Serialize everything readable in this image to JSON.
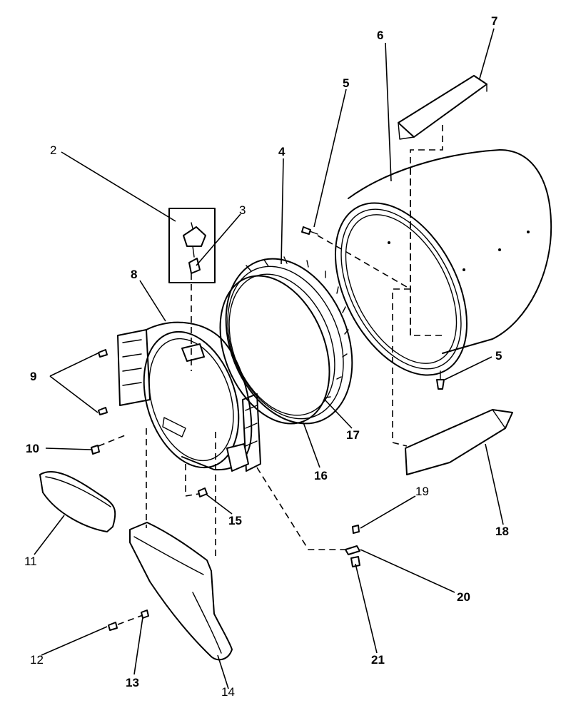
{
  "callouts": {
    "c1": "2",
    "c2": "3",
    "c3": "4",
    "c4": "5",
    "c5": "5",
    "c6": "6",
    "c7": "7",
    "c8": "8",
    "c9": "9",
    "c10": "10",
    "c11": "11",
    "c12": "12",
    "c13": "13",
    "c14": "14",
    "c15": "15",
    "c16": "16",
    "c17": "17",
    "c18": "18",
    "c19": "19",
    "c20": "20",
    "c21": "21"
  }
}
